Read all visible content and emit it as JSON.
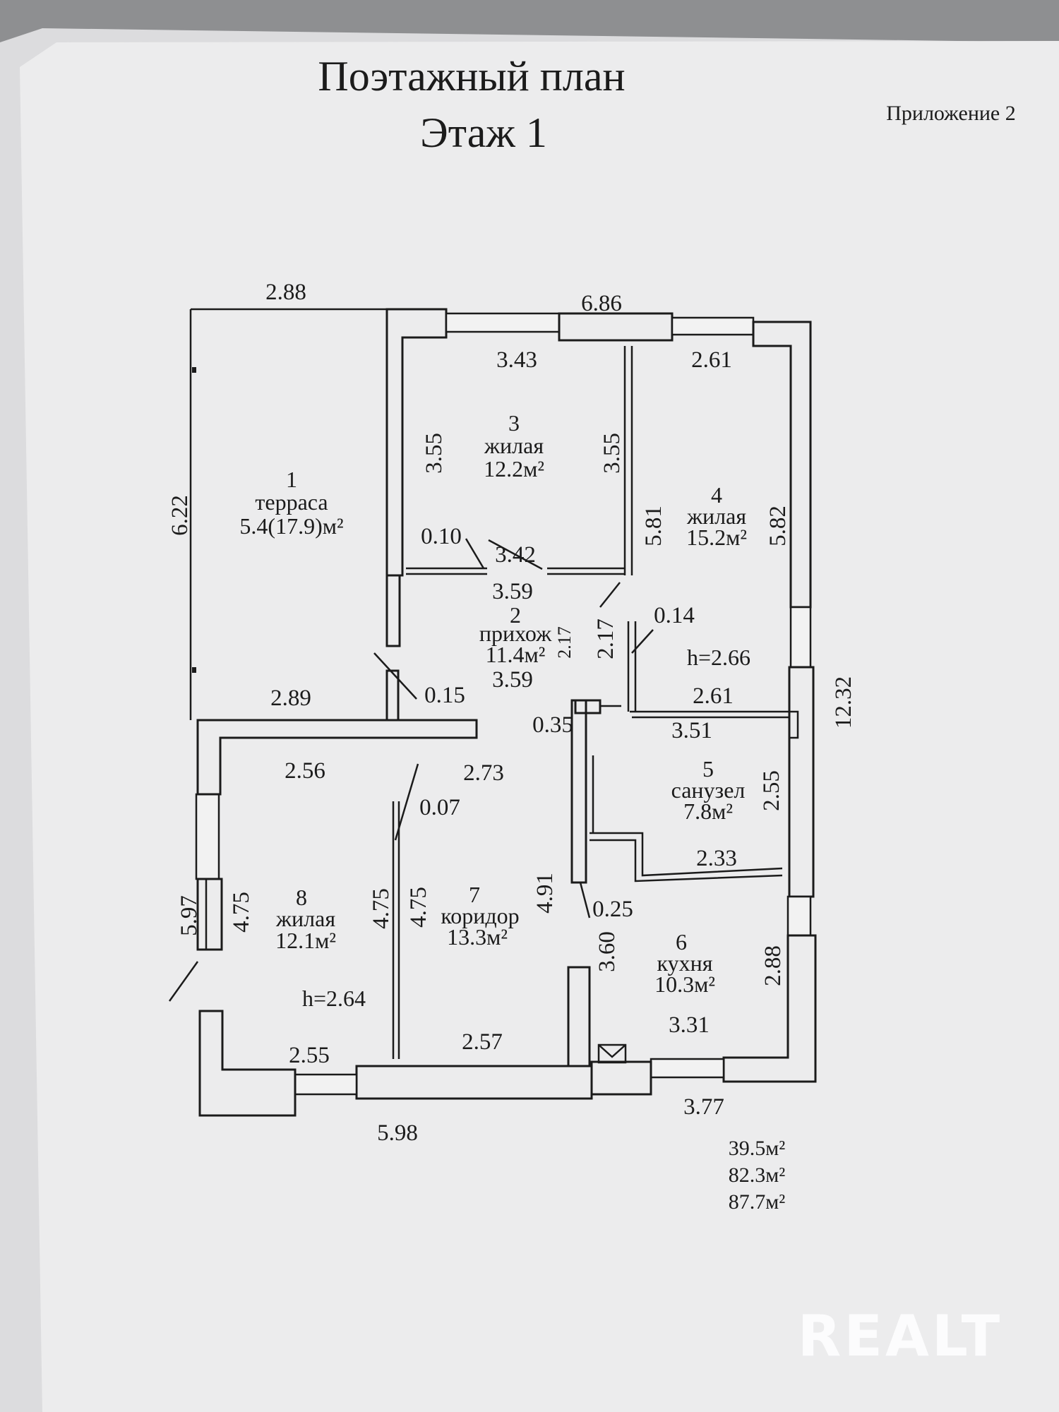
{
  "document": {
    "title_line1": "Поэтажный план",
    "title_line2": "Этаж 1",
    "appendix": "Приложение 2"
  },
  "rooms": [
    {
      "num": "1",
      "name": "терраса",
      "area": "5.4(17.9)м²"
    },
    {
      "num": "2",
      "name": "прихож",
      "area": "11.4м²"
    },
    {
      "num": "3",
      "name": "жилая",
      "area": "12.2м²"
    },
    {
      "num": "4",
      "name": "жилая",
      "area": "15.2м²"
    },
    {
      "num": "5",
      "name": "санузел",
      "area": "7.8м²"
    },
    {
      "num": "6",
      "name": "кухня",
      "area": "10.3м²"
    },
    {
      "num": "7",
      "name": "коридор",
      "area": "13.3м²"
    },
    {
      "num": "8",
      "name": "жилая",
      "area": "12.1м²"
    }
  ],
  "dimensions": {
    "terrace_top": "2.88",
    "top_overall": "6.86",
    "room3_top": "3.43",
    "room4_top": "2.61",
    "terrace_side": "6.22",
    "room3_left": "3.55",
    "room3_right": "3.55",
    "wall_010": "0.10",
    "room3_bottom": "3.42",
    "room4_left": "5.81",
    "room4_right": "5.82",
    "hall_top": "3.59",
    "hall_right": "2.17",
    "hall_right_small": "2.17",
    "wall_014": "0.14",
    "hall_bottom": "3.59",
    "wall_015": "0.15",
    "terrace_bottom": "2.89",
    "room4_bottom": "2.61",
    "wall_035": "0.35",
    "bath_top": "3.51",
    "room8_top": "2.56",
    "corridor_top": "2.73",
    "bath_right": "2.55",
    "wall_007": "0.07",
    "bath_bottom": "2.33",
    "corridor_right": "4.91",
    "wall_025": "0.25",
    "left_overall": "5.97",
    "room8_left": "4.75",
    "room8_right": "4.75",
    "corridor_left": "4.75",
    "kitchen_left": "3.60",
    "kitchen_right": "2.88",
    "kitchen_bottom": "3.31",
    "room8_bottom": "2.55",
    "corridor_bottom": "2.57",
    "right_overall": "12.32",
    "bottom_left": "5.98",
    "bottom_right": "3.77"
  },
  "heights": {
    "room4": "h=2.66",
    "room8": "h=2.64"
  },
  "totals": [
    "39.5м²",
    "82.3м²",
    "87.7м²"
  ],
  "watermark": "REALT"
}
